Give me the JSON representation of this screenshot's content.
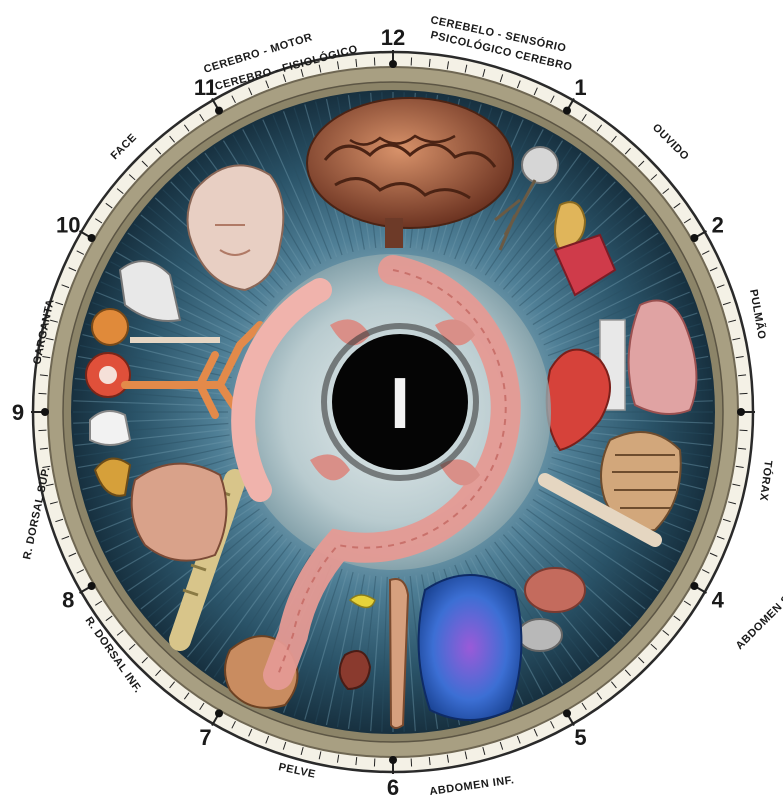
{
  "clock_numbers": [
    "12",
    "1",
    "2",
    "",
    "4",
    "5",
    "6",
    "7",
    "8",
    "9",
    "10",
    "11"
  ],
  "zone_labels": {
    "cerebro_motor": "CEREBRO - MOTOR",
    "cerebro_fisiologico": "CEREBRO - FISIOLÓGICO",
    "cerebelo_sensorio": "CEREBELO - SENSÓRIO",
    "psicologico_cerebro": "PSICOLÓGICO CEREBRO",
    "ouvido": "OUVIDO",
    "pulmao": "PULMÃO",
    "torax": "TÓRAX",
    "abdomen_sup": "ABDOMEN SUP.",
    "abdomen_inf": "ABDOMEN INF.",
    "pelve": "PELVE",
    "r_dorsal_inf": "R. DORSAL INF.",
    "r_dorsal_sup": "R. DORSAL SUP.",
    "garganta": "GARGANTA",
    "face": "FACE"
  },
  "pupil_label": "I",
  "organ_icons": [
    "brain-icon",
    "face-icon",
    "ear-icon",
    "nerve-icon",
    "heart-icon",
    "lung-icon",
    "ribcage-icon",
    "throat-icon",
    "bronchi-icon",
    "muscle-icon",
    "spine-icon",
    "kidney-icon",
    "torso-icon",
    "stomach-icon",
    "intestine-icon",
    "pelvis-icon",
    "leg-icon"
  ],
  "colors": {
    "rim": "#a89f82",
    "iris_outer": "#1b3a4f",
    "iris_mid": "#3d6e86",
    "iris_inner": "#bfd2d6",
    "pupil": "#050505",
    "intestine": "#e59a93"
  }
}
